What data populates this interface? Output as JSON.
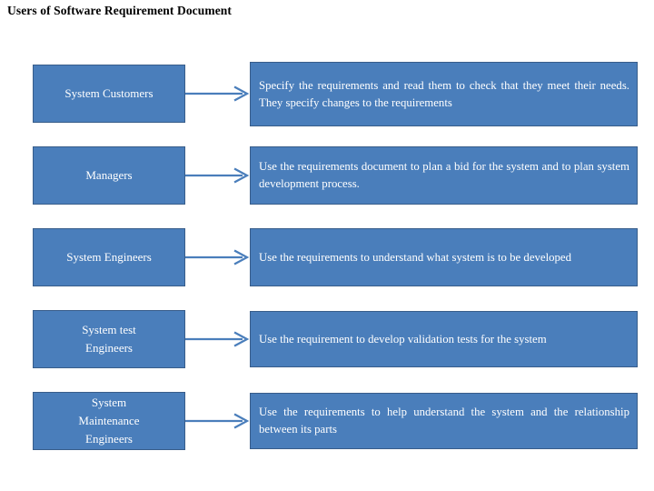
{
  "page": {
    "title": "Users of Software Requirement Document",
    "background_color": "#FFFFFF",
    "box_fill_color": "#4A7EBB",
    "box_border_color": "#385D8A",
    "box_text_color": "#FFFFFF",
    "arrow_color": "#4A7EBB"
  },
  "rows": [
    {
      "role": "System Customers",
      "description": "Specify the requirements and read them to check that they meet their needs. They specify changes to the requirements",
      "arrow": "right-arrow"
    },
    {
      "role": "Managers",
      "description": "Use the requirements document to plan a bid for the system and to plan system development process.",
      "arrow": "right-arrow"
    },
    {
      "role": "System Engineers",
      "description": "Use the requirements to understand what system is to be developed",
      "arrow": "right-arrow"
    },
    {
      "role": "System test\nEngineers",
      "description": "Use the requirement to develop validation tests for the system",
      "arrow": "right-arrow"
    },
    {
      "role": "System\nMaintenance\nEngineers",
      "description": "Use the requirements to help understand the system and the relationship between its parts",
      "arrow": "right-arrow"
    }
  ]
}
